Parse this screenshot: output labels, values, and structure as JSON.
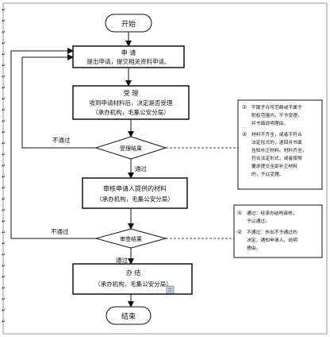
{
  "nodes": {
    "start": "开始",
    "apply_title": "申  请",
    "apply_desc": "提出申请，提交相关资料申请。",
    "accept_title": "受  理",
    "accept_desc": "收到申请材料后，决定是否受理",
    "accept_org": "（承办机构，毛集公安分局）",
    "accept_result": "受理结果",
    "review_desc": "审核申请人提供的材料",
    "review_org": "（承办机构，毛集公安分局）",
    "review_result": "审查结果",
    "done_title": "办  结",
    "done_org": "（承办机构，毛集公安分局）",
    "end": "结束"
  },
  "edges": {
    "not_pass_1": "不通过",
    "pass_1": "通过",
    "not_pass_2": "不通过",
    "pass_2": "通过"
  },
  "notes": {
    "note1_items": [
      {
        "marker": "①",
        "lines": [
          "不属于许可范畴或不属于",
          "职权范围内，不予受理，",
          "并书面说明理由。"
        ]
      },
      {
        "marker": "②",
        "lines": [
          "材料不齐全，或者不符合",
          "法定形式的，退回并书面",
          "告知补正材料。材料齐全，",
          "符合法定形式，或者按照",
          "要求提交全部补正材料",
          "的，予以受理。"
        ]
      }
    ],
    "note2_items": [
      {
        "marker": "①",
        "lines": [
          "通过：经承办结构审核，",
          "予以通过。"
        ]
      },
      {
        "marker": "②",
        "lines": [
          "不通过：作出不予通过的",
          "决定，通知申请人，说明",
          "理由。"
        ]
      }
    ]
  }
}
